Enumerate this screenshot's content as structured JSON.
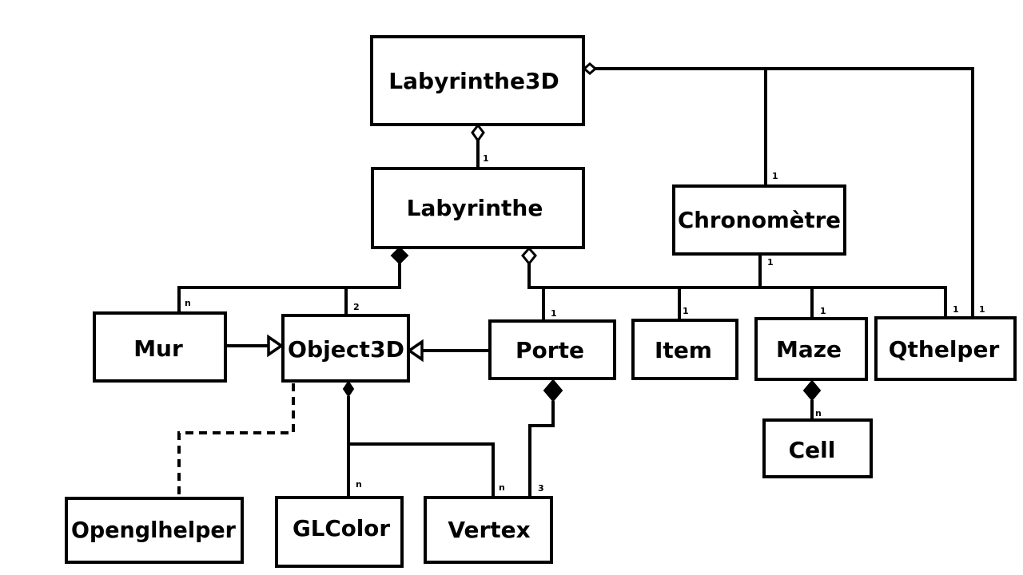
{
  "classes": {
    "labyrinthe3d": "Labyrinthe3D",
    "labyrinthe": "Labyrinthe",
    "chronometre": "Chronomètre",
    "mur": "Mur",
    "object3d": "Object3D",
    "porte": "Porte",
    "item": "Item",
    "maze": "Maze",
    "qthelper": "Qthelper",
    "cell": "Cell",
    "openglhelper": "Openglhelper",
    "glcolor": "GLColor",
    "vertex": "Vertex"
  },
  "multiplicities": {
    "labyrinthe": "1",
    "chronometre_top": "1",
    "chronometre_bottom": "1",
    "qthelper_outer": "1",
    "qthelper_inner": "1",
    "mur": "n",
    "object3d": "2",
    "porte": "1",
    "item": "1",
    "maze": "1",
    "cell": "n",
    "glcolor": "n",
    "vertex_object": "n",
    "vertex_porte": "3"
  }
}
